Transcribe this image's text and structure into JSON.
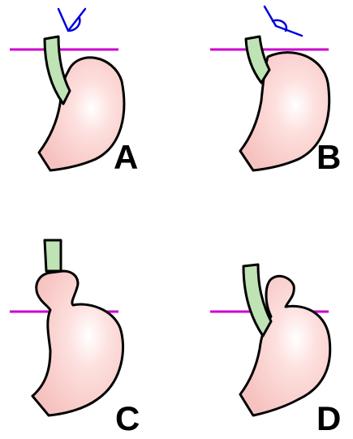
{
  "panels": [
    {
      "id": "A",
      "label": "A"
    },
    {
      "id": "B",
      "label": "B"
    },
    {
      "id": "C",
      "label": "C"
    },
    {
      "id": "D",
      "label": "D"
    }
  ],
  "colors": {
    "stomach": "#f6c2bf",
    "stomach_highlight": "#ffffff",
    "esophagus": "#bfe3b4",
    "diaphragm": "#cc00cc",
    "angle_marker": "#0000dd",
    "outline": "#000000"
  }
}
